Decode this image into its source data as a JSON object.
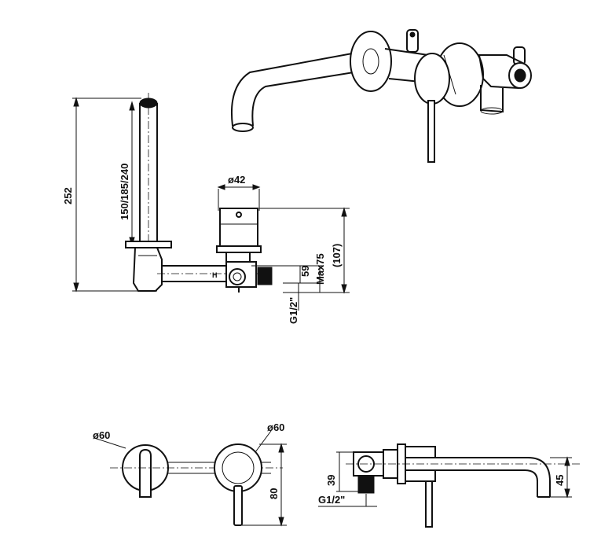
{
  "dimensions": {
    "total_height": "252",
    "spout_lengths": "150/185/240",
    "diameter_body": "ø42",
    "body_height": "(107)",
    "body_offset": "59",
    "max_offset": "Max75",
    "thread_side": "G1/2\"",
    "plate_dia_left": "ø60",
    "plate_dia_right": "ø60",
    "plate_height": "80",
    "inlet_height": "39",
    "thread_plan": "G1/2\"",
    "spout_drop": "45"
  }
}
